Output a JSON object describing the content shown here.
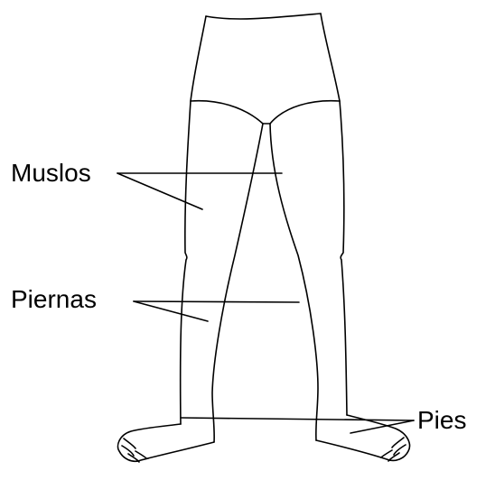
{
  "labels": {
    "thighs": "Muslos",
    "legs": "Piernas",
    "feet": "Pies"
  },
  "colors": {
    "line": "#000000",
    "background": "#ffffff"
  }
}
